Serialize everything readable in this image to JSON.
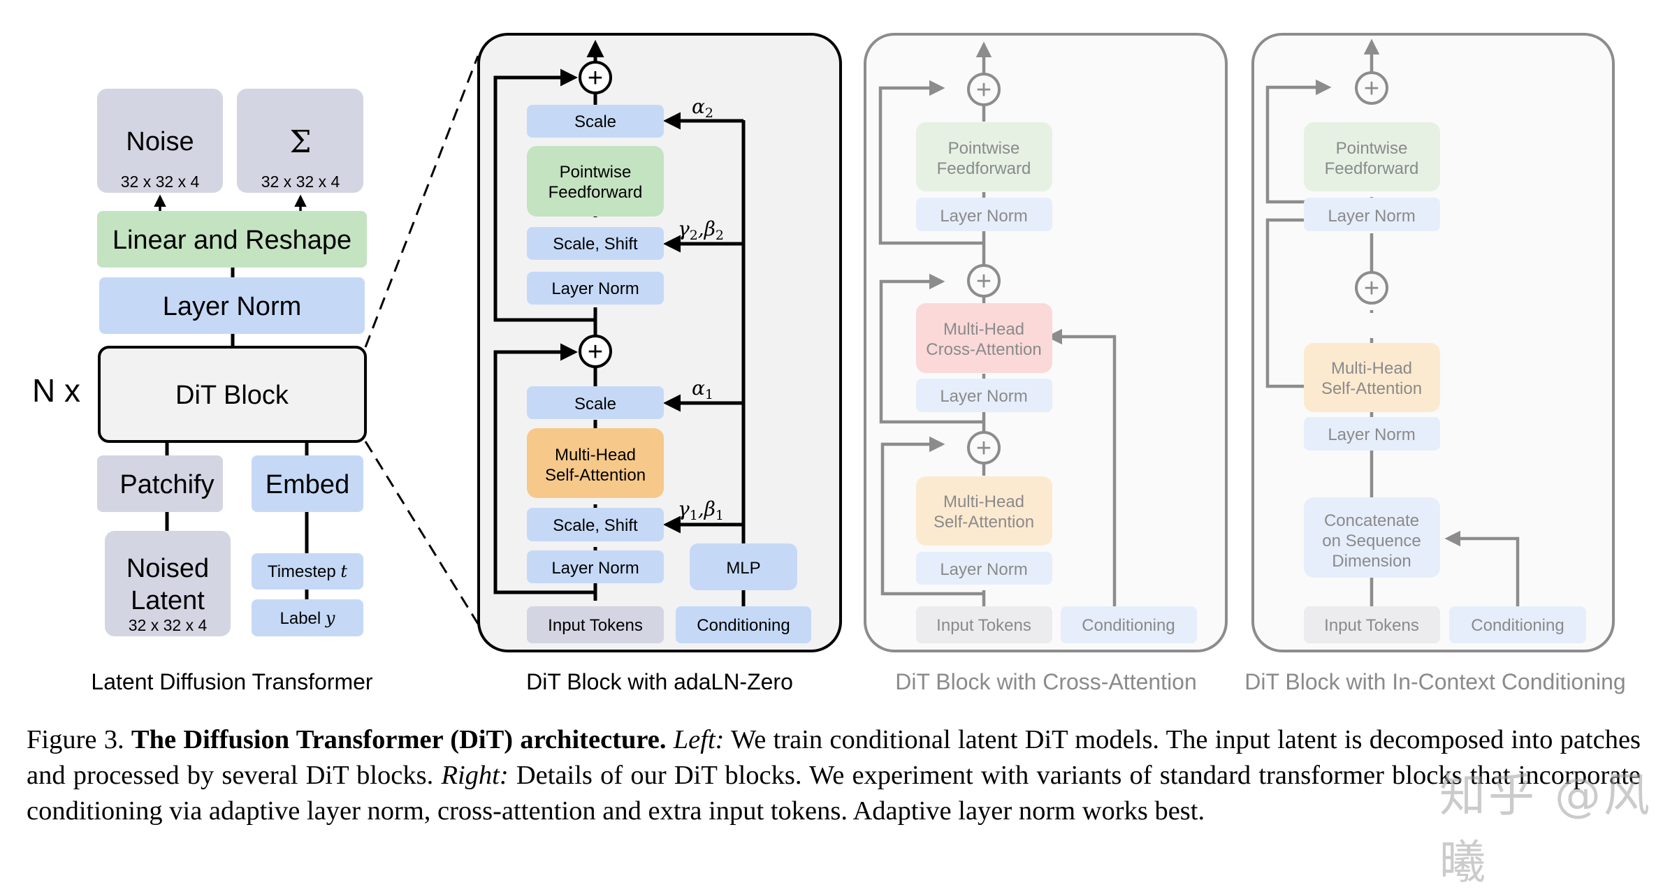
{
  "figure": {
    "left_panel": {
      "caption": "Latent Diffusion Transformer",
      "repeat_label": "N x",
      "outputs": [
        {
          "title": "Noise",
          "shape": "32 x 32 x 4"
        },
        {
          "title": "Σ",
          "shape": "32 x 32 x 4"
        }
      ],
      "linear_reshape": "Linear and Reshape",
      "layer_norm": "Layer Norm",
      "dit_block": "DiT Block",
      "patchify": "Patchify",
      "embed": "Embed",
      "noised_latent": {
        "line1": "Noised",
        "line2": "Latent",
        "shape": "32 x 32 x 4"
      },
      "timestep": {
        "text": "Timestep ",
        "var": "t"
      },
      "label": {
        "text": "Label ",
        "var": "y"
      }
    },
    "adaln_panel": {
      "caption": "DiT Block with adaLN-Zero",
      "scale_top": "Scale",
      "ffn": {
        "line1": "Pointwise",
        "line2": "Feedforward"
      },
      "scale_shift_top": "Scale, Shift",
      "layer_norm_top": "Layer Norm",
      "scale_bottom": "Scale",
      "mhsa": {
        "line1": "Multi-Head",
        "line2": "Self-Attention"
      },
      "scale_shift_bottom": "Scale, Shift",
      "layer_norm_bottom": "Layer Norm",
      "mlp": "MLP",
      "input_tokens": "Input Tokens",
      "conditioning": "Conditioning",
      "params": {
        "alpha2": {
          "sym": "α",
          "sub": "2"
        },
        "gamma2_beta2": {
          "sym1": "γ",
          "sub1": "2",
          "sep": ",",
          "sym2": "β",
          "sub2": "2"
        },
        "alpha1": {
          "sym": "α",
          "sub": "1"
        },
        "gamma1_beta1": {
          "sym1": "γ",
          "sub1": "1",
          "sep": ",",
          "sym2": "β",
          "sub2": "1"
        }
      }
    },
    "cross_attention_panel": {
      "caption": "DiT Block with Cross-Attention",
      "ffn": {
        "line1": "Pointwise",
        "line2": "Feedforward"
      },
      "layer_norm_top": "Layer Norm",
      "mhca": {
        "line1": "Multi-Head",
        "line2": "Cross-Attention"
      },
      "layer_norm_mid": "Layer Norm",
      "mhsa": {
        "line1": "Multi-Head",
        "line2": "Self-Attention"
      },
      "layer_norm_bottom": "Layer Norm",
      "input_tokens": "Input Tokens",
      "conditioning": "Conditioning"
    },
    "in_context_panel": {
      "caption": "DiT Block with In-Context Conditioning",
      "ffn": {
        "line1": "Pointwise",
        "line2": "Feedforward"
      },
      "layer_norm_top": "Layer Norm",
      "mhsa": {
        "line1": "Multi-Head",
        "line2": "Self-Attention"
      },
      "layer_norm_bottom": "Layer Norm",
      "concat": {
        "line1": "Concatenate",
        "line2": "on Sequence",
        "line3": "Dimension"
      },
      "input_tokens": "Input Tokens",
      "conditioning": "Conditioning"
    },
    "plus_symbol": "+"
  },
  "caption": {
    "figure_label": "Figure 3.",
    "title": "The Diffusion Transformer (DiT) architecture.",
    "left_label": "Left:",
    "left_text": "We train conditional latent DiT models. The input latent is decomposed into patches and processed by several DiT blocks.",
    "right_label": "Right:",
    "right_text": "Details of our DiT blocks. We experiment with variants of standard transformer blocks that incorporate conditioning via adaptive layer norm, cross-attention and extra input tokens. Adaptive layer norm works best."
  },
  "watermark": "知乎 @风曦",
  "colors": {
    "gray_box": "#d3d5e2",
    "blue_box": "#c5d9f7",
    "green_box": "#c4e3c1",
    "orange_box": "#f6c98a",
    "panel_bg": "#f2f2f3",
    "faded_panel_bg": "#fafafa",
    "faded_stroke": "#8c8c8c",
    "faded_text": "#8a8a8a",
    "faded_blue": "#e6eefb",
    "faded_green": "#e6f1e4",
    "faded_red": "#fbd9d9",
    "faded_orange": "#fcead0",
    "faded_gray": "#ececef"
  }
}
